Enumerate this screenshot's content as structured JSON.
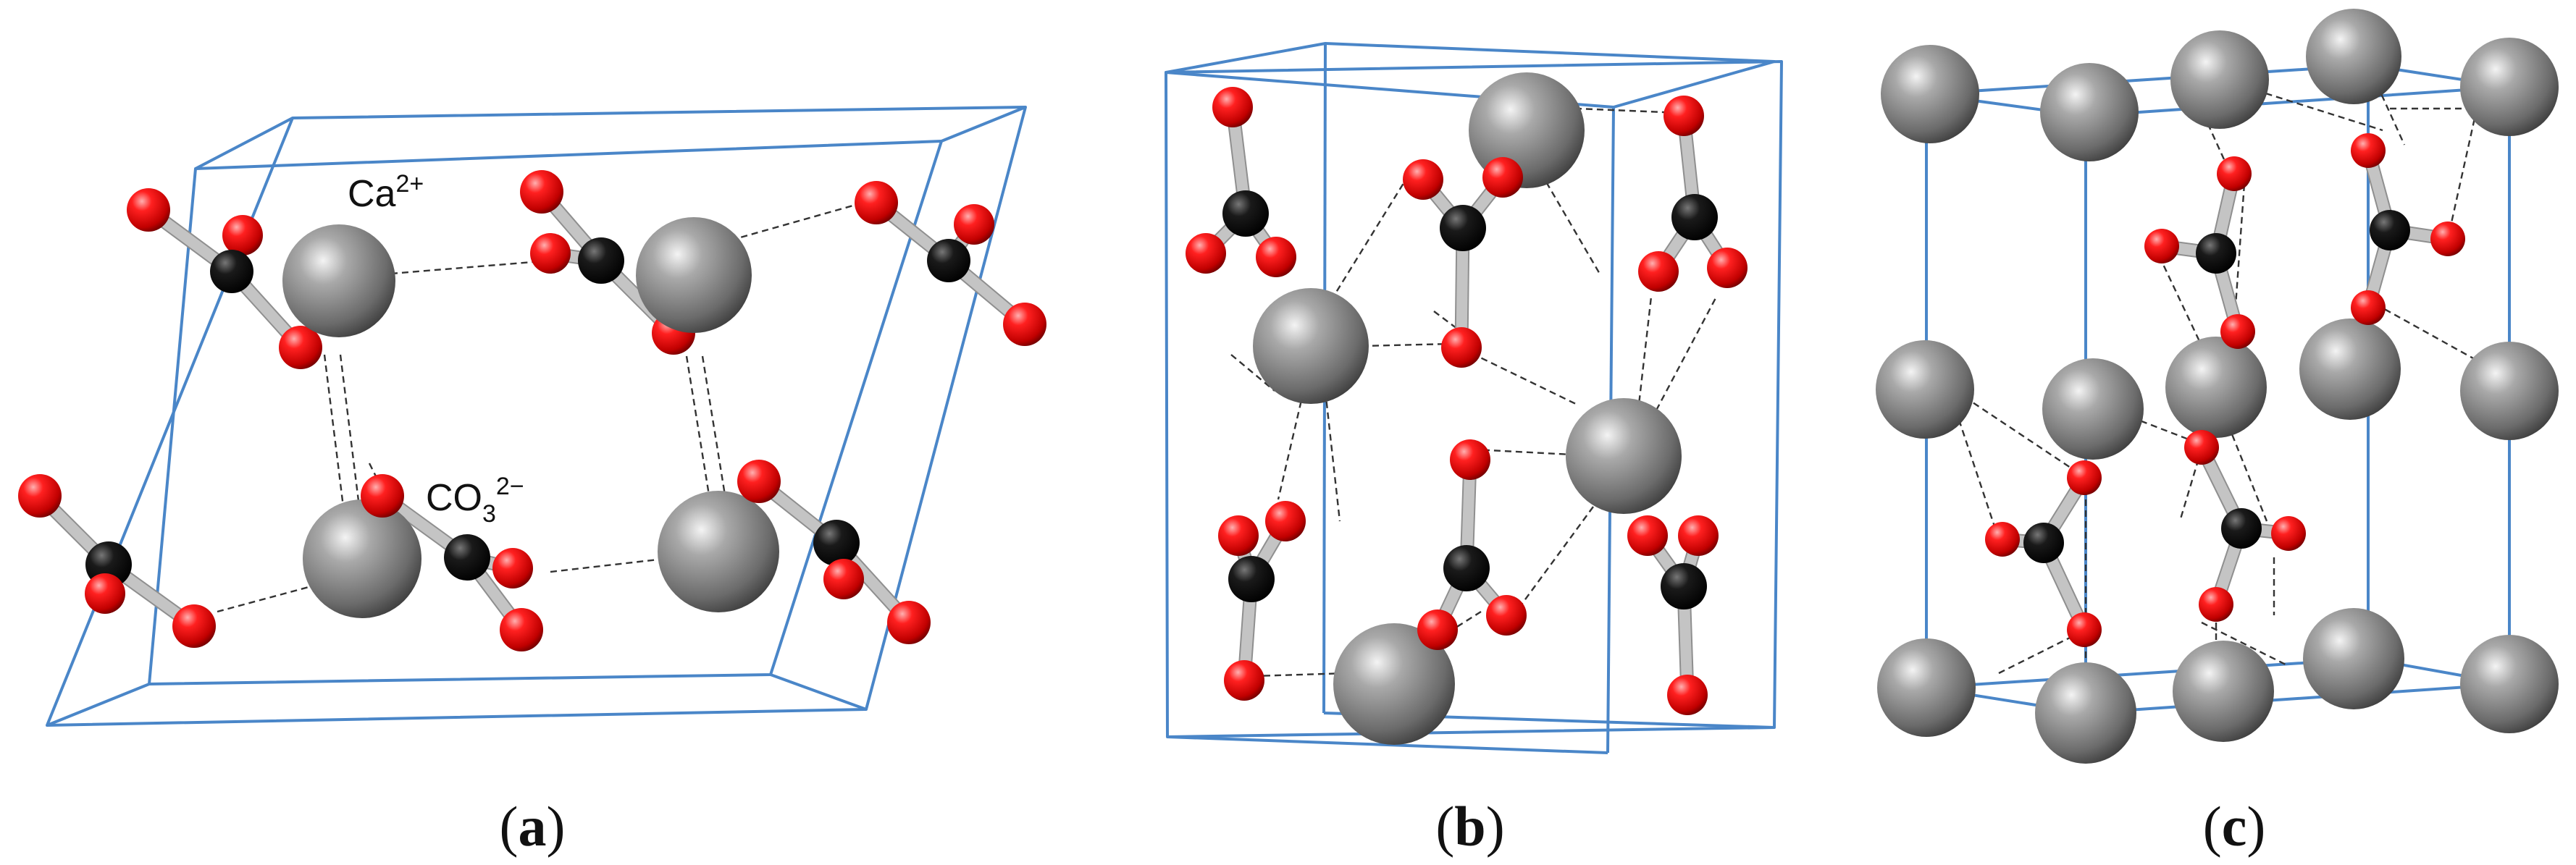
{
  "labels": {
    "calcium_ion": {
      "symbol": "Ca",
      "charge": "2+"
    },
    "carbonate_ion": {
      "symbol": "CO",
      "subscript": "3",
      "charge": "2−"
    }
  },
  "panels": [
    {
      "id": "a",
      "open": "(",
      "letter": "a",
      "close": ")"
    },
    {
      "id": "b",
      "open": "(",
      "letter": "b",
      "close": ")"
    },
    {
      "id": "c",
      "open": "(",
      "letter": "c",
      "close": ")"
    }
  ],
  "colors": {
    "cell_edge": "#4a86c8",
    "calcium": "#7d7d7d",
    "carbon": "#111111",
    "oxygen": "#e00000",
    "bond": "#c4c4c4",
    "dashed_contact": "#333333"
  }
}
